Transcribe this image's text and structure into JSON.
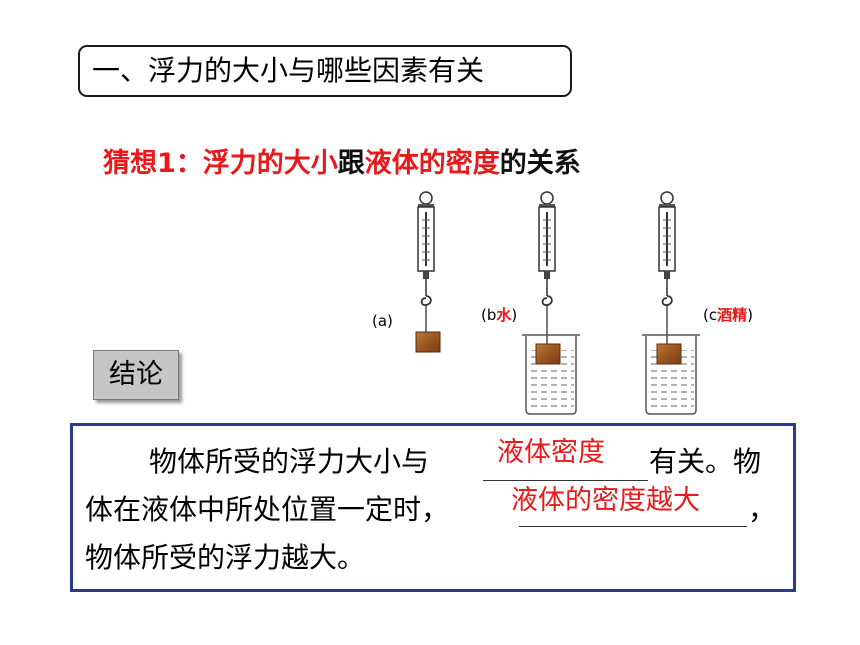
{
  "title": "一、浮力的大小与哪些因素有关",
  "hypothesis": {
    "prefix": "猜想1：",
    "part1": "浮力的大小",
    "part2": "跟",
    "part3": "液体的密度",
    "part4": "的关系"
  },
  "figure": {
    "label_a": "(a)",
    "label_b_open": "(b",
    "label_b_liquid": "水",
    "label_b_close": ")",
    "label_c_open": "(c",
    "label_c_liquid": "酒精",
    "label_c_close": ")"
  },
  "conclusion_button": "结论",
  "conclusion": {
    "line1_before": "物体所受的浮力大小与",
    "blank1_answer": "液体密度",
    "line1_after": "有关。物",
    "line2_before": "体在液体中所处位置一定时，",
    "blank2_answer": "液体的密度越大",
    "line2_after": "，",
    "line3": "物体所受的浮力越大。"
  },
  "colors": {
    "accent": "#e8191b",
    "box_border": "#2a3a8f",
    "button_bg": "#c6c6c6"
  }
}
